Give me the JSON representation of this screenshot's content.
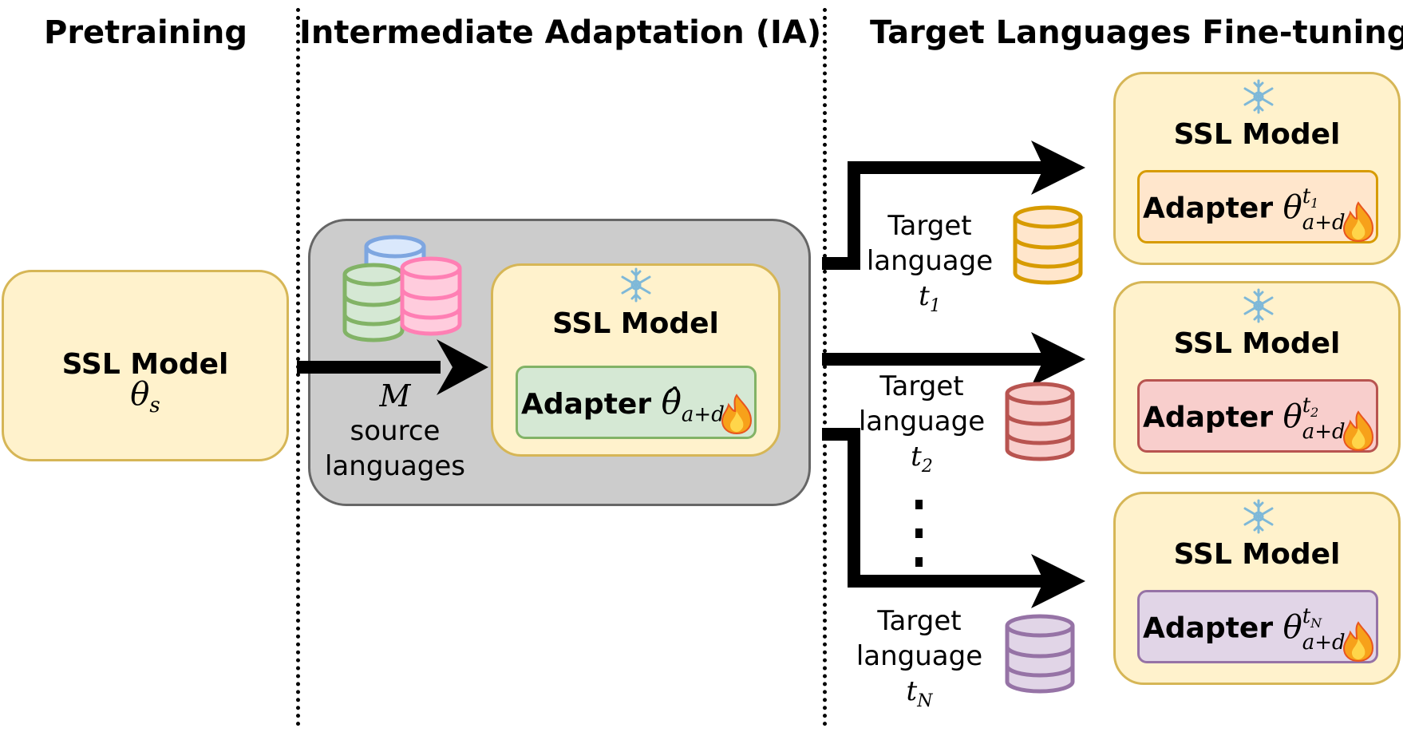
{
  "headers": {
    "pretraining": "Pretraining",
    "intermediate": "Intermediate Adaptation (IA)",
    "finetuning": "Target Languages Fine-tuning"
  },
  "pretrain_model": {
    "label": "SSL Model",
    "param": "θ",
    "param_sub": "s"
  },
  "ia_model": {
    "label": "SSL Model",
    "adapter_label": "Adapter",
    "param": "θ̂",
    "param_sub": "a+d"
  },
  "source": {
    "symbol": "M",
    "line1": "source",
    "line2": "languages"
  },
  "targets": [
    {
      "line1": "Target",
      "line2": "language",
      "var": "t",
      "var_sub": "1",
      "model_label": "SSL Model",
      "adapter_label": "Adapter",
      "param": "θ",
      "param_sup": "t",
      "param_sup_sub": "1",
      "param_sub": "a+d"
    },
    {
      "line1": "Target",
      "line2": "language",
      "var": "t",
      "var_sub": "2",
      "model_label": "SSL Model",
      "adapter_label": "Adapter",
      "param": "θ",
      "param_sup": "t",
      "param_sup_sub": "2",
      "param_sub": "a+d"
    },
    {
      "line1": "Target",
      "line2": "language",
      "var": "t",
      "var_sub": "N",
      "model_label": "SSL Model",
      "adapter_label": "Adapter",
      "param": "θ",
      "param_sup": "t",
      "param_sup_sub": "N",
      "param_sub": "a+d"
    }
  ],
  "colors": {
    "model_fill": "#fff2cc",
    "model_border": "#d6b656",
    "ia_fill": "#cccccc",
    "ia_border": "#666666",
    "adapter_green": "#d5e8d4",
    "adapter_green_border": "#82b366",
    "adapter_orange": "#ffe6cc",
    "adapter_orange_border": "#d79b00",
    "adapter_red": "#f8cecc",
    "adapter_red_border": "#b85450",
    "adapter_purple": "#e1d5e7",
    "adapter_purple_border": "#9673a6"
  },
  "icons": [
    "snowflake-icon",
    "flame-icon",
    "database-icon",
    "arrow-icon"
  ]
}
